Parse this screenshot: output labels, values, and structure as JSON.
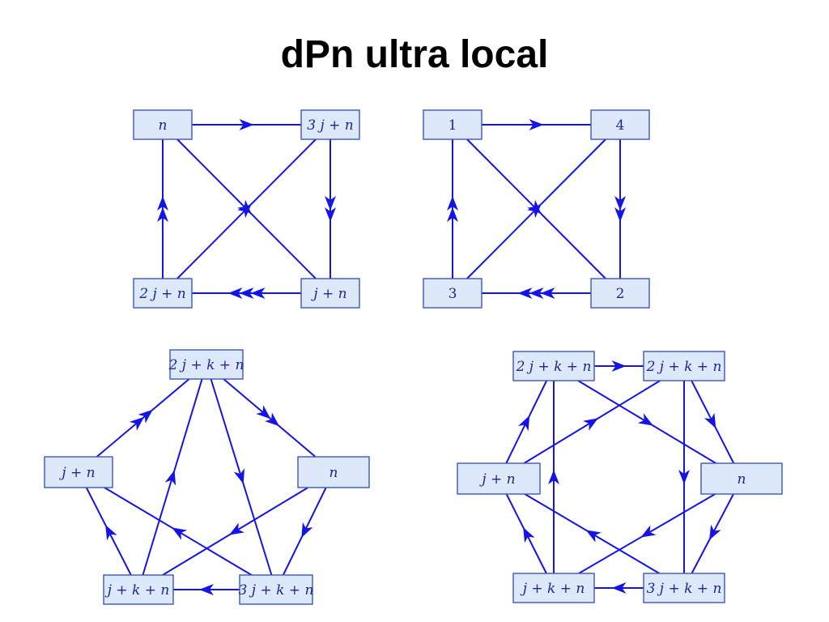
{
  "title": "dPn ultra local",
  "colors": {
    "edge": "#1414e6",
    "node_fill": "#dde9fb",
    "node_border": "#3a56c4",
    "label": "#1b2a8a"
  },
  "diagrams": [
    {
      "id": "square-symbolic",
      "nodes": [
        {
          "id": "n",
          "label": "n"
        },
        {
          "id": "3jn",
          "label": "3 j + n"
        },
        {
          "id": "2jn",
          "label": "2 j + n"
        },
        {
          "id": "jn",
          "label": "j + n"
        }
      ],
      "edges": [
        {
          "from": "n",
          "to": "3jn",
          "arrows": 1
        },
        {
          "from": "3jn",
          "to": "jn",
          "arrows": 2
        },
        {
          "from": "jn",
          "to": "2jn",
          "arrows": 3
        },
        {
          "from": "2jn",
          "to": "n",
          "arrows": 2
        },
        {
          "from": "n",
          "to": "jn",
          "arrows": 1
        },
        {
          "from": "2jn",
          "to": "3jn",
          "arrows": 1
        }
      ]
    },
    {
      "id": "square-numeric",
      "nodes": [
        {
          "id": "1",
          "label": "1"
        },
        {
          "id": "4",
          "label": "4"
        },
        {
          "id": "3",
          "label": "3"
        },
        {
          "id": "2",
          "label": "2"
        }
      ],
      "edges": [
        {
          "from": "1",
          "to": "4",
          "arrows": 1
        },
        {
          "from": "4",
          "to": "2",
          "arrows": 2
        },
        {
          "from": "2",
          "to": "3",
          "arrows": 3
        },
        {
          "from": "3",
          "to": "1",
          "arrows": 2
        },
        {
          "from": "1",
          "to": "2",
          "arrows": 1
        },
        {
          "from": "3",
          "to": "4",
          "arrows": 1
        }
      ]
    },
    {
      "id": "pentagon",
      "nodes": [
        {
          "id": "2jkn",
          "label": "2 j + k + n"
        },
        {
          "id": "jn",
          "label": "j + n"
        },
        {
          "id": "n",
          "label": "n"
        },
        {
          "id": "jkn",
          "label": "j + k + n"
        },
        {
          "id": "3jkn",
          "label": "3 j + k + n"
        }
      ],
      "edges": [
        {
          "from": "jn",
          "to": "2jkn",
          "arrows": 2
        },
        {
          "from": "2jkn",
          "to": "n",
          "arrows": 2
        },
        {
          "from": "n",
          "to": "3jkn",
          "arrows": 1
        },
        {
          "from": "3jkn",
          "to": "jkn",
          "arrows": 1
        },
        {
          "from": "jkn",
          "to": "jn",
          "arrows": 1
        },
        {
          "from": "jkn",
          "to": "2jkn",
          "arrows": 1
        },
        {
          "from": "2jkn",
          "to": "3jkn",
          "arrows": 1
        },
        {
          "from": "3jkn",
          "to": "jn",
          "arrows": 1
        },
        {
          "from": "n",
          "to": "jkn",
          "arrows": 1
        }
      ]
    },
    {
      "id": "hexagon",
      "nodes": [
        {
          "id": "2jknA",
          "label": "2 j + k + n"
        },
        {
          "id": "2jknB",
          "label": "2 j + k + n"
        },
        {
          "id": "jn",
          "label": "j + n"
        },
        {
          "id": "n",
          "label": "n"
        },
        {
          "id": "jkn",
          "label": "j + k + n"
        },
        {
          "id": "3jkn",
          "label": "3 j + k + n"
        }
      ],
      "edges": [
        {
          "from": "2jknA",
          "to": "2jknB",
          "arrows": 1
        },
        {
          "from": "2jknB",
          "to": "n",
          "arrows": 1
        },
        {
          "from": "n",
          "to": "3jkn",
          "arrows": 1
        },
        {
          "from": "3jkn",
          "to": "jkn",
          "arrows": 1
        },
        {
          "from": "jkn",
          "to": "jn",
          "arrows": 1
        },
        {
          "from": "jn",
          "to": "2jknA",
          "arrows": 1
        },
        {
          "from": "2jknA",
          "to": "n",
          "arrows": 1
        },
        {
          "from": "jn",
          "to": "2jknB",
          "arrows": 1
        },
        {
          "from": "n",
          "to": "jkn",
          "arrows": 1
        },
        {
          "from": "3jkn",
          "to": "jn",
          "arrows": 1
        },
        {
          "from": "2jknB",
          "to": "3jkn",
          "arrows": 1
        },
        {
          "from": "jkn",
          "to": "2jknA",
          "arrows": 1
        }
      ]
    }
  ]
}
